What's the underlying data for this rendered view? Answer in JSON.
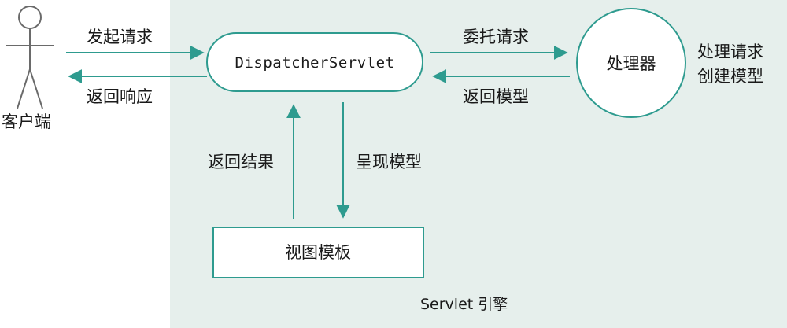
{
  "colors": {
    "engine_bg": "#e6efec",
    "node_stroke": "#2e9b8f",
    "arrow": "#2e9b8f",
    "actor_stroke": "#6a6a6a",
    "text": "#1a1a1a"
  },
  "engine": {
    "label": "Servlet 引擎"
  },
  "actor": {
    "label": "客户端",
    "icon": "stick-figure-icon"
  },
  "nodes": {
    "dispatcher": "DispatcherServlet",
    "handler": "处理器",
    "handler_note_1": "处理请求",
    "handler_note_2": "创建模型",
    "view_template": "视图模板"
  },
  "edges": {
    "send_request": "发起请求",
    "return_response": "返回响应",
    "delegate_request": "委托请求",
    "return_model": "返回模型",
    "return_result": "返回结果",
    "render_model": "呈现模型"
  }
}
